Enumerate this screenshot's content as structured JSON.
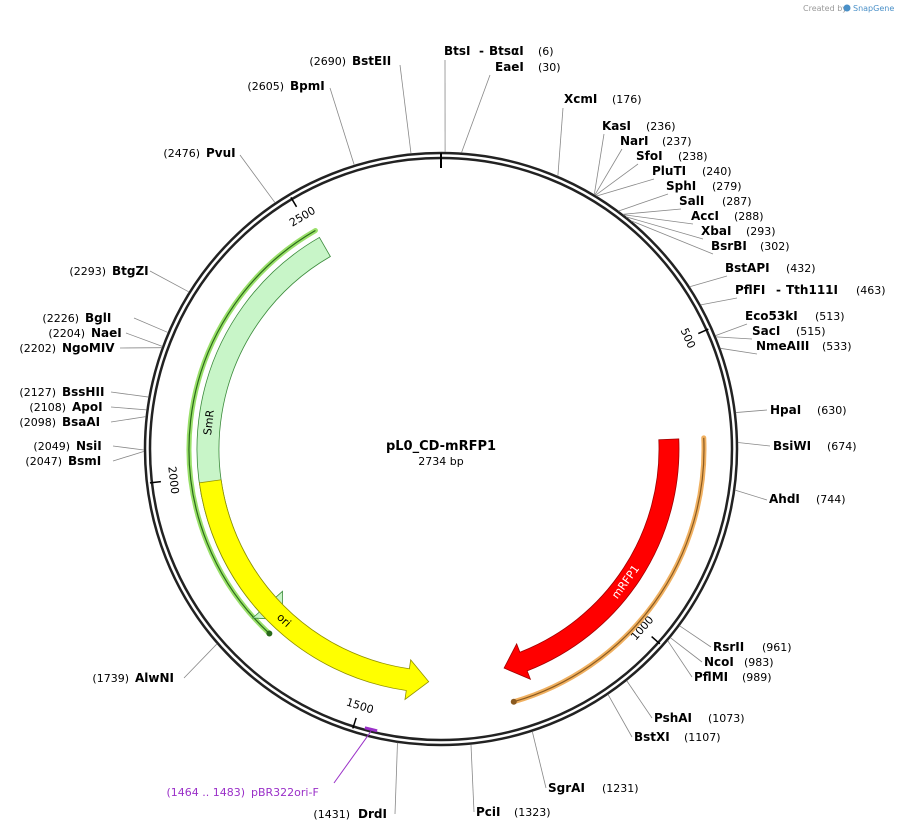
{
  "credit": {
    "prefix": "Created by",
    "brand": "SnapGene"
  },
  "map": {
    "name": "pL0_CD-mRFP1",
    "size_label": "2734 bp",
    "total_bp": 2734
  },
  "ticks": [
    {
      "bp": 500,
      "label": "500"
    },
    {
      "bp": 1000,
      "label": "1000"
    },
    {
      "bp": 1500,
      "label": "1500"
    },
    {
      "bp": 2000,
      "label": "2000"
    },
    {
      "bp": 2500,
      "label": "2500"
    }
  ],
  "features": [
    {
      "id": "smr",
      "name": "SmR",
      "start": 2507,
      "end": 1693,
      "strand": "-",
      "fill": "#c8f5c8",
      "stroke": "#3a8a3a",
      "text_color": "#000000",
      "highlight": "#9ae06a"
    },
    {
      "id": "mrfp1",
      "name": "mRFP1",
      "start": 665,
      "end": 1245,
      "strand": "+",
      "fill": "#ff0000",
      "stroke": "#a00000",
      "text_color": "#ffffff",
      "highlight": "#f0b060"
    },
    {
      "id": "ori",
      "name": "ori",
      "start": 1990,
      "end": 1390,
      "strand": "-",
      "fill": "#ffff00",
      "stroke": "#909000",
      "text_color": "#000000"
    }
  ],
  "primer": {
    "range": "(1464 .. 1483)",
    "name": "pBR322ori-F",
    "color": "#9a30c8"
  },
  "sites": [
    {
      "name": "BtsI",
      "pos": "(6)"
    },
    {
      "name": "BtsαI",
      "pos": ""
    },
    {
      "name": "EaeI",
      "pos": "(30)"
    },
    {
      "name": "XcmI",
      "pos": "(176)"
    },
    {
      "name": "KasI",
      "pos": "(236)"
    },
    {
      "name": "NarI",
      "pos": "(237)"
    },
    {
      "name": "SfoI",
      "pos": "(238)"
    },
    {
      "name": "PluTI",
      "pos": "(240)"
    },
    {
      "name": "SphI",
      "pos": "(279)"
    },
    {
      "name": "SalI",
      "pos": "(287)"
    },
    {
      "name": "AccI",
      "pos": "(288)"
    },
    {
      "name": "XbaI",
      "pos": "(293)"
    },
    {
      "name": "BsrBI",
      "pos": "(302)"
    },
    {
      "name": "BstAPI",
      "pos": "(432)"
    },
    {
      "name": "PflFI",
      "pos": ""
    },
    {
      "name": "Tth111I",
      "pos": "(463)"
    },
    {
      "name": "Eco53kI",
      "pos": "(513)"
    },
    {
      "name": "SacI",
      "pos": "(515)"
    },
    {
      "name": "NmeAIII",
      "pos": "(533)"
    },
    {
      "name": "HpaI",
      "pos": "(630)"
    },
    {
      "name": "BsiWI",
      "pos": "(674)"
    },
    {
      "name": "AhdI",
      "pos": "(744)"
    },
    {
      "name": "RsrII",
      "pos": "(961)"
    },
    {
      "name": "NcoI",
      "pos": "(983)"
    },
    {
      "name": "PflMI",
      "pos": "(989)"
    },
    {
      "name": "PshAI",
      "pos": "(1073)"
    },
    {
      "name": "BstXI",
      "pos": "(1107)"
    },
    {
      "name": "SgrAI",
      "pos": "(1231)"
    },
    {
      "name": "PciI",
      "pos": "(1323)"
    },
    {
      "name": "DrdI",
      "pos": "(1431)"
    },
    {
      "name": "AlwNI",
      "pos": "(1739)"
    },
    {
      "name": "BsmI",
      "pos": "(2047)"
    },
    {
      "name": "NsiI",
      "pos": "(2049)"
    },
    {
      "name": "BsaAI",
      "pos": "(2098)"
    },
    {
      "name": "ApoI",
      "pos": "(2108)"
    },
    {
      "name": "BssHII",
      "pos": "(2127)"
    },
    {
      "name": "NgoMIV",
      "pos": "(2202)"
    },
    {
      "name": "NaeI",
      "pos": "(2204)"
    },
    {
      "name": "BglI",
      "pos": "(2226)"
    },
    {
      "name": "BtgZI",
      "pos": "(2293)"
    },
    {
      "name": "PvuI",
      "pos": "(2476)"
    },
    {
      "name": "BpmI",
      "pos": "(2605)"
    },
    {
      "name": "BstEII",
      "pos": "(2690)"
    }
  ]
}
